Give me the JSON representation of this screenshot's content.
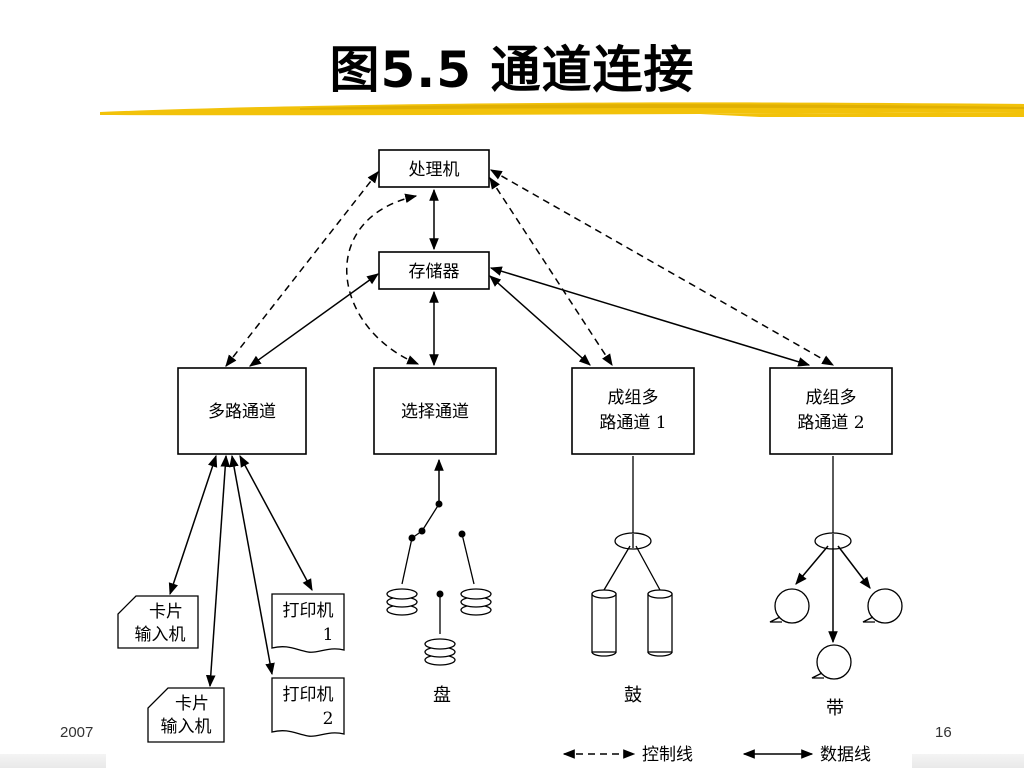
{
  "slide": {
    "title": "图5.5 通道连接",
    "footer_left": "2007",
    "page_number": "16"
  },
  "diagram": {
    "processor": "处理机",
    "memory": "存储器",
    "channels": {
      "multiplexer": "多路通道",
      "selector": "选择通道",
      "block_mux_1_line1": "成组多",
      "block_mux_1_line2": "路通道 1",
      "block_mux_2_line1": "成组多",
      "block_mux_2_line2": "路通道 2"
    },
    "devices": {
      "card_reader_line1": "卡片",
      "card_reader_line2": "输入机",
      "printer_line1": "打印机",
      "printer_1_num": "1",
      "printer_2_num": "2",
      "disk": "盘",
      "drum": "鼓",
      "tape": "带"
    },
    "legend": {
      "control_line": "控制线",
      "data_line": "数据线"
    }
  },
  "colors": {
    "title_underline": "#f2c20a",
    "line": "#000000"
  }
}
